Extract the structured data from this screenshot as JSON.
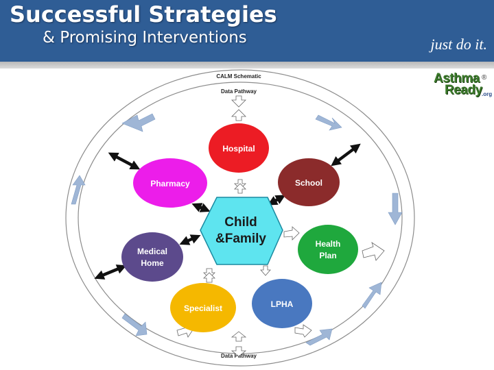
{
  "header": {
    "title": "Successful Strategies",
    "subtitle": "& Promising Interventions",
    "tagline": "just do it."
  },
  "logo": {
    "line1": "Asthma",
    "line2": "Ready",
    "suffix": ".org",
    "mark": "®"
  },
  "diagram": {
    "schematic_title": "CALM Schematic",
    "top_label": "Data Pathway",
    "bottom_label": "Data Pathway",
    "center_line1": "Child",
    "center_line2": "&Family",
    "nodes": {
      "hospital": {
        "line1": "Hospital",
        "color": "#ec1c24"
      },
      "school": {
        "line1": "School",
        "color": "#8b2b2b"
      },
      "pharmacy": {
        "line1": "Pharmacy",
        "color": "#ec1dea"
      },
      "health_plan": {
        "line1": "Health",
        "line2": "Plan",
        "color": "#1fa83d"
      },
      "medical_home": {
        "line1": "Medical",
        "line2": "Home",
        "color": "#5c4a8c"
      },
      "lpha": {
        "line1": "LPHA",
        "color": "#4978c0"
      },
      "specialist": {
        "line1": "Specialist",
        "color": "#f5b800"
      }
    },
    "center_color": "#5ee4ef"
  }
}
